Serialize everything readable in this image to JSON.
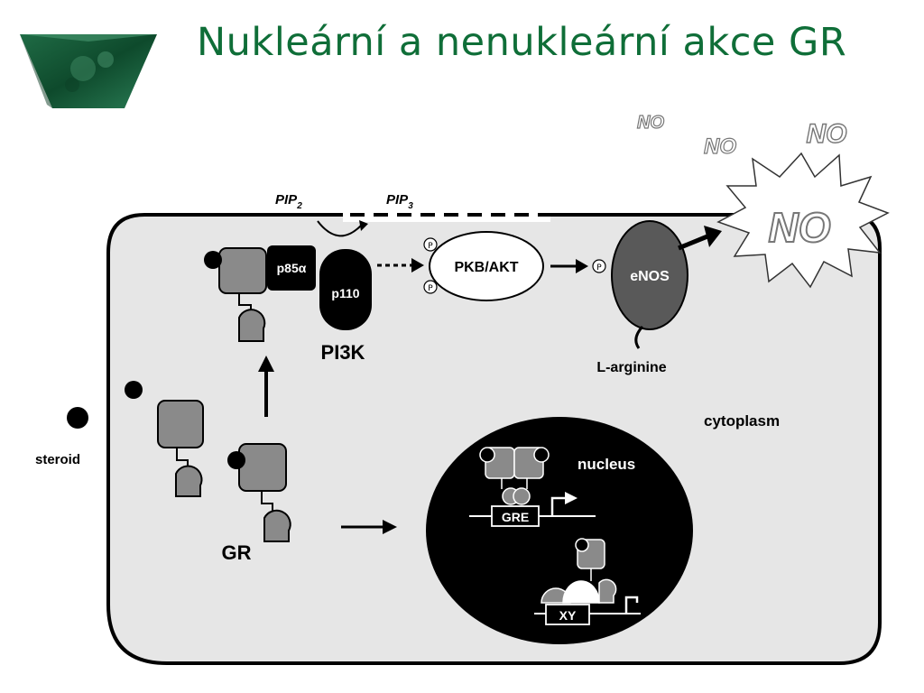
{
  "slide": {
    "title": "Nukleární a nenukleární akce GR"
  },
  "diagram": {
    "labels": {
      "pip2_base": "PIP",
      "pip2_sub": "2",
      "pip3_base": "PIP",
      "pip3_sub": "3",
      "p85": "p85α",
      "p110": "p110",
      "pi3k": "PI3K",
      "pkb": "PKB/AKT",
      "enos": "eNOS",
      "l_arginine": "L-arginine",
      "cytoplasm": "cytoplasm",
      "nucleus": "nucleus",
      "gre": "GRE",
      "xy": "XY",
      "steroid": "steroid",
      "gr": "GR",
      "p": "P",
      "no": "NO"
    },
    "colors": {
      "title": "#0f6e38",
      "cell_fill": "#e6e6e6",
      "receptor_fill": "#8a8a8a",
      "enos_fill": "#595959",
      "nucleus_fill": "#000000"
    }
  }
}
